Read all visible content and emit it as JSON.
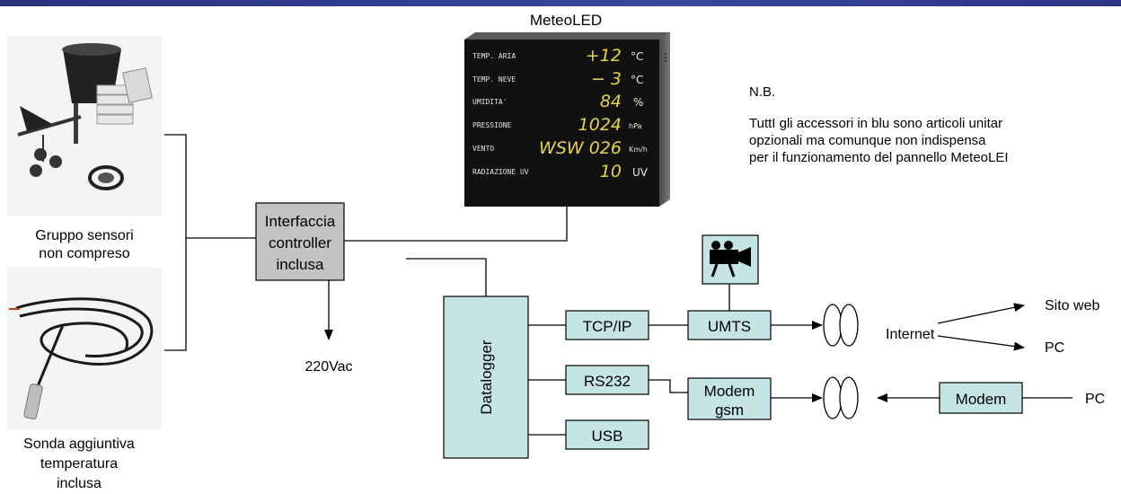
{
  "meteoled": {
    "title": "MeteoLED",
    "rows": [
      {
        "label": "TEMP. ARIA",
        "value": "+12",
        "unit": "°C"
      },
      {
        "label": "TEMP. NEVE",
        "value": "−  3",
        "unit": "°C"
      },
      {
        "label": "UMIDITA'",
        "value": "84",
        "unit": "%"
      },
      {
        "label": "PRESSIONE",
        "value": "1024",
        "unit": "hPa"
      },
      {
        "label": "VENTO",
        "value": "WSW  026",
        "unit": "Km/h"
      },
      {
        "label": "RADIAZIONE UV",
        "value": "10",
        "unit": "UV"
      }
    ]
  },
  "sensors": {
    "group_label_line1": "Gruppo sensori",
    "group_label_line2": "non compreso",
    "probe_label_line1": "Sonda aggiuntiva",
    "probe_label_line2": "temperatura",
    "probe_label_line3": "inclusa"
  },
  "interface": {
    "line1": "Interfaccia",
    "line2": "controller",
    "line3": "inclusa",
    "power": "220Vac"
  },
  "datalogger": {
    "label": "Datalogger"
  },
  "ports": {
    "tcpip": "TCP/IP",
    "rs232": "RS232",
    "usb": "USB"
  },
  "umts": {
    "label": "UMTS"
  },
  "modem_gsm": {
    "line1": "Modem",
    "line2": "gsm"
  },
  "network": {
    "internet": "Internet",
    "sito_web": "Sito web",
    "pc_top": "PC",
    "modem": "Modem",
    "pc_bottom": "PC"
  },
  "note": {
    "title": "N.B.",
    "line1": "TuttI gli accessori in blu sono articoli unitar",
    "line2": "opzionali   ma comunque non indispensa",
    "line3": "per il  funzionamento del pannello MeteoLEI"
  },
  "colors": {
    "accessory_blue": "#c5e4e6",
    "interface_grey": "#c3c3c3",
    "header_bar": "#2f3a8c",
    "panel_dark": "#111111",
    "led_yellow": "#e7d24a"
  }
}
